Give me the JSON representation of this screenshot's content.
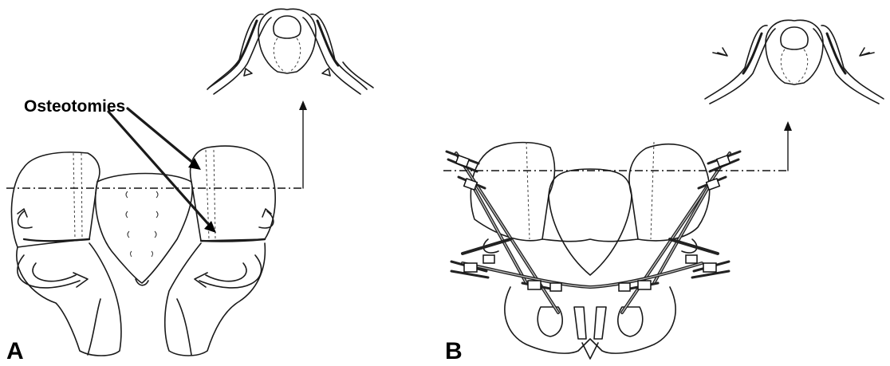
{
  "labels": {
    "osteotomies": "Osteotomies",
    "panel_a": "A",
    "panel_b": "B"
  }
}
